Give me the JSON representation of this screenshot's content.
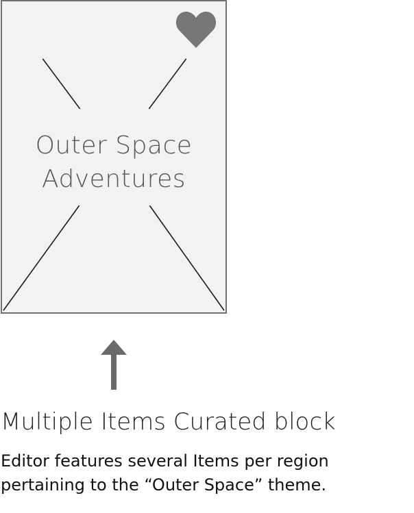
{
  "card": {
    "title_line1": "Outer Space",
    "title_line2": "Adventures",
    "heart_icon": "heart-icon",
    "placeholder_icon": "image-placeholder-cross-icon",
    "background_color": "#f2f2f2",
    "border_color": "#707070",
    "heart_color": "#777777"
  },
  "annotation": {
    "arrow_icon": "arrow-up-icon",
    "arrow_color": "#6a6a6a",
    "block_title": "Multiple Items Curated block",
    "description_line1": "Editor features several Items per region",
    "description_line2": "pertaining to the “Outer Space” theme."
  }
}
